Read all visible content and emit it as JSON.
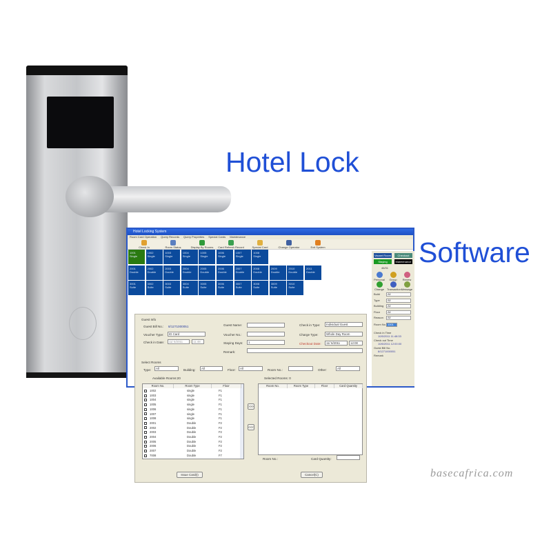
{
  "headline": "Hotel Lock",
  "subheadline": "Software",
  "watermark": "basecafrica.com",
  "colors": {
    "headline": "#1f4fd6",
    "room_tile": "#0b4a9c",
    "room_selected": "#2a7a11"
  },
  "main_window": {
    "title": "Hotel Locking System",
    "menu": [
      "Room Card Operation",
      "Query Records",
      "Query Properties",
      "Special Cards",
      "Maintenance"
    ],
    "toolbar": [
      "Check In",
      "Room Status",
      "Display By Rooms",
      "Card Refresh Record",
      "Special Card",
      "Change Operator",
      "Exit System"
    ],
    "rooms": [
      [
        {
          "no": "1001",
          "type": "Single"
        },
        {
          "no": "1002",
          "type": "Single"
        },
        {
          "no": "1003",
          "type": "Single"
        },
        {
          "no": "1004",
          "type": "Single"
        },
        {
          "no": "1005",
          "type": "Single"
        },
        {
          "no": "1006",
          "type": "Single"
        },
        {
          "no": "1007",
          "type": "Single"
        },
        {
          "no": "1008",
          "type": "Single"
        }
      ],
      [
        {
          "no": "2001",
          "type": "Double"
        },
        {
          "no": "2002",
          "type": "Double"
        },
        {
          "no": "2003",
          "type": "Double"
        },
        {
          "no": "2004",
          "type": "Double"
        },
        {
          "no": "2005",
          "type": "Double"
        },
        {
          "no": "2006",
          "type": "Double"
        },
        {
          "no": "2007",
          "type": "Double"
        },
        {
          "no": "2008",
          "type": "Double"
        },
        {
          "no": "2009",
          "type": "Double"
        },
        {
          "no": "2010",
          "type": "Double"
        },
        {
          "no": "2011",
          "type": "Double"
        }
      ],
      [
        {
          "no": "3001",
          "type": "Suite"
        },
        {
          "no": "3002",
          "type": "Suite"
        },
        {
          "no": "3003",
          "type": "Suite"
        },
        {
          "no": "3004",
          "type": "Suite"
        },
        {
          "no": "3005",
          "type": "Suite"
        },
        {
          "no": "3006",
          "type": "Suite"
        },
        {
          "no": "3007",
          "type": "Suite"
        },
        {
          "no": "3008",
          "type": "Suite"
        },
        {
          "no": "3009",
          "type": "Suite"
        },
        {
          "no": "3010",
          "type": "Suite"
        }
      ]
    ],
    "side": {
      "status_buttons": [
        "Vacant Room",
        "Checkout",
        "Staying",
        "Maintenance"
      ],
      "count": "46/31",
      "actions": [
        "Personal",
        "Group",
        "Renew",
        "Change",
        "Transaction",
        "Message"
      ],
      "filters": [
        {
          "label": "Build",
          "value": "All"
        },
        {
          "label": "Type",
          "value": "All"
        },
        {
          "label": "Building",
          "value": "All"
        },
        {
          "label": "Floor",
          "value": "All"
        },
        {
          "label": "Reason",
          "value": "All"
        }
      ],
      "room_no_label": "Room No.",
      "room_no_value": "1001",
      "info": [
        {
          "label": "Check in Time",
          "value": "10/5/2011 11:48:33"
        },
        {
          "label": "Check out Time",
          "value": "10/6/2011 12:00:00"
        },
        {
          "label": "Guest Bill No.",
          "value": "8/1271000051"
        },
        {
          "label": "Remark",
          "value": ""
        }
      ]
    }
  },
  "dialog": {
    "guest_info": "Guest Info",
    "bill_no_label": "Guest Bill No.:",
    "bill_no": "8/1271000051",
    "voucher_type_label": "Voucher Type:",
    "voucher_type": "ID Card",
    "check_in_date_label": "Check in Date:",
    "check_in_date": "11/ 5/2011",
    "check_in_time": "11:48",
    "guest_name_label": "Guest Name:",
    "guest_name": "",
    "voucher_no_label": "Voucher No.:",
    "voucher_no": "",
    "staying_days_label": "Staying Days:",
    "staying_days": "1",
    "remark_label": "Remark:",
    "remark": "",
    "check_in_type_label": "Check in Type:",
    "check_in_type": "Individual Guest",
    "charge_type_label": "Charge Type:",
    "charge_type": "Whole Day Room",
    "checkout_date_label": "Checkout Date:",
    "checkout_date": "11/ 6/2011",
    "checkout_time": "12:00",
    "select_rooms": "Select Rooms",
    "type_label": "Type:",
    "type": "All",
    "building_label": "Building:",
    "building": "All",
    "floor_label": "Floor:",
    "floor": "All",
    "room_no_label": "Room No.:",
    "room_no": "",
    "other_label": "Other:",
    "other": "All",
    "available_label": "Available Rooms:20",
    "selected_label": "Selected Rooms: 0",
    "columns": [
      "Room No.",
      "Room Type",
      "Floor"
    ],
    "selected_columns": [
      "Room No.",
      "Room Type",
      "Floor",
      "Card Quantity"
    ],
    "available_rooms": [
      [
        "1002",
        "single",
        "F1"
      ],
      [
        "1003",
        "single",
        "F1"
      ],
      [
        "1004",
        "single",
        "F1"
      ],
      [
        "1005",
        "single",
        "F1"
      ],
      [
        "1006",
        "single",
        "F1"
      ],
      [
        "1007",
        "single",
        "F1"
      ],
      [
        "1008",
        "single",
        "F1"
      ],
      [
        "2001",
        "Double",
        "F2"
      ],
      [
        "2002",
        "Double",
        "F2"
      ],
      [
        "2003",
        "Double",
        "F2"
      ],
      [
        "2004",
        "Double",
        "F2"
      ],
      [
        "2005",
        "Double",
        "F2"
      ],
      [
        "2006",
        "Double",
        "F2"
      ],
      [
        "2007",
        "Double",
        "F2"
      ],
      [
        "7008",
        "Double",
        "F7"
      ]
    ],
    "move_right": ">>>",
    "move_left": "<<<",
    "bottom_room_no_label": "Room No.:",
    "card_quantity_label": "Card Quantity:",
    "card_quantity": "",
    "issue_button": "Issue Card(I)",
    "cancel_button": "Cancel(C)"
  }
}
